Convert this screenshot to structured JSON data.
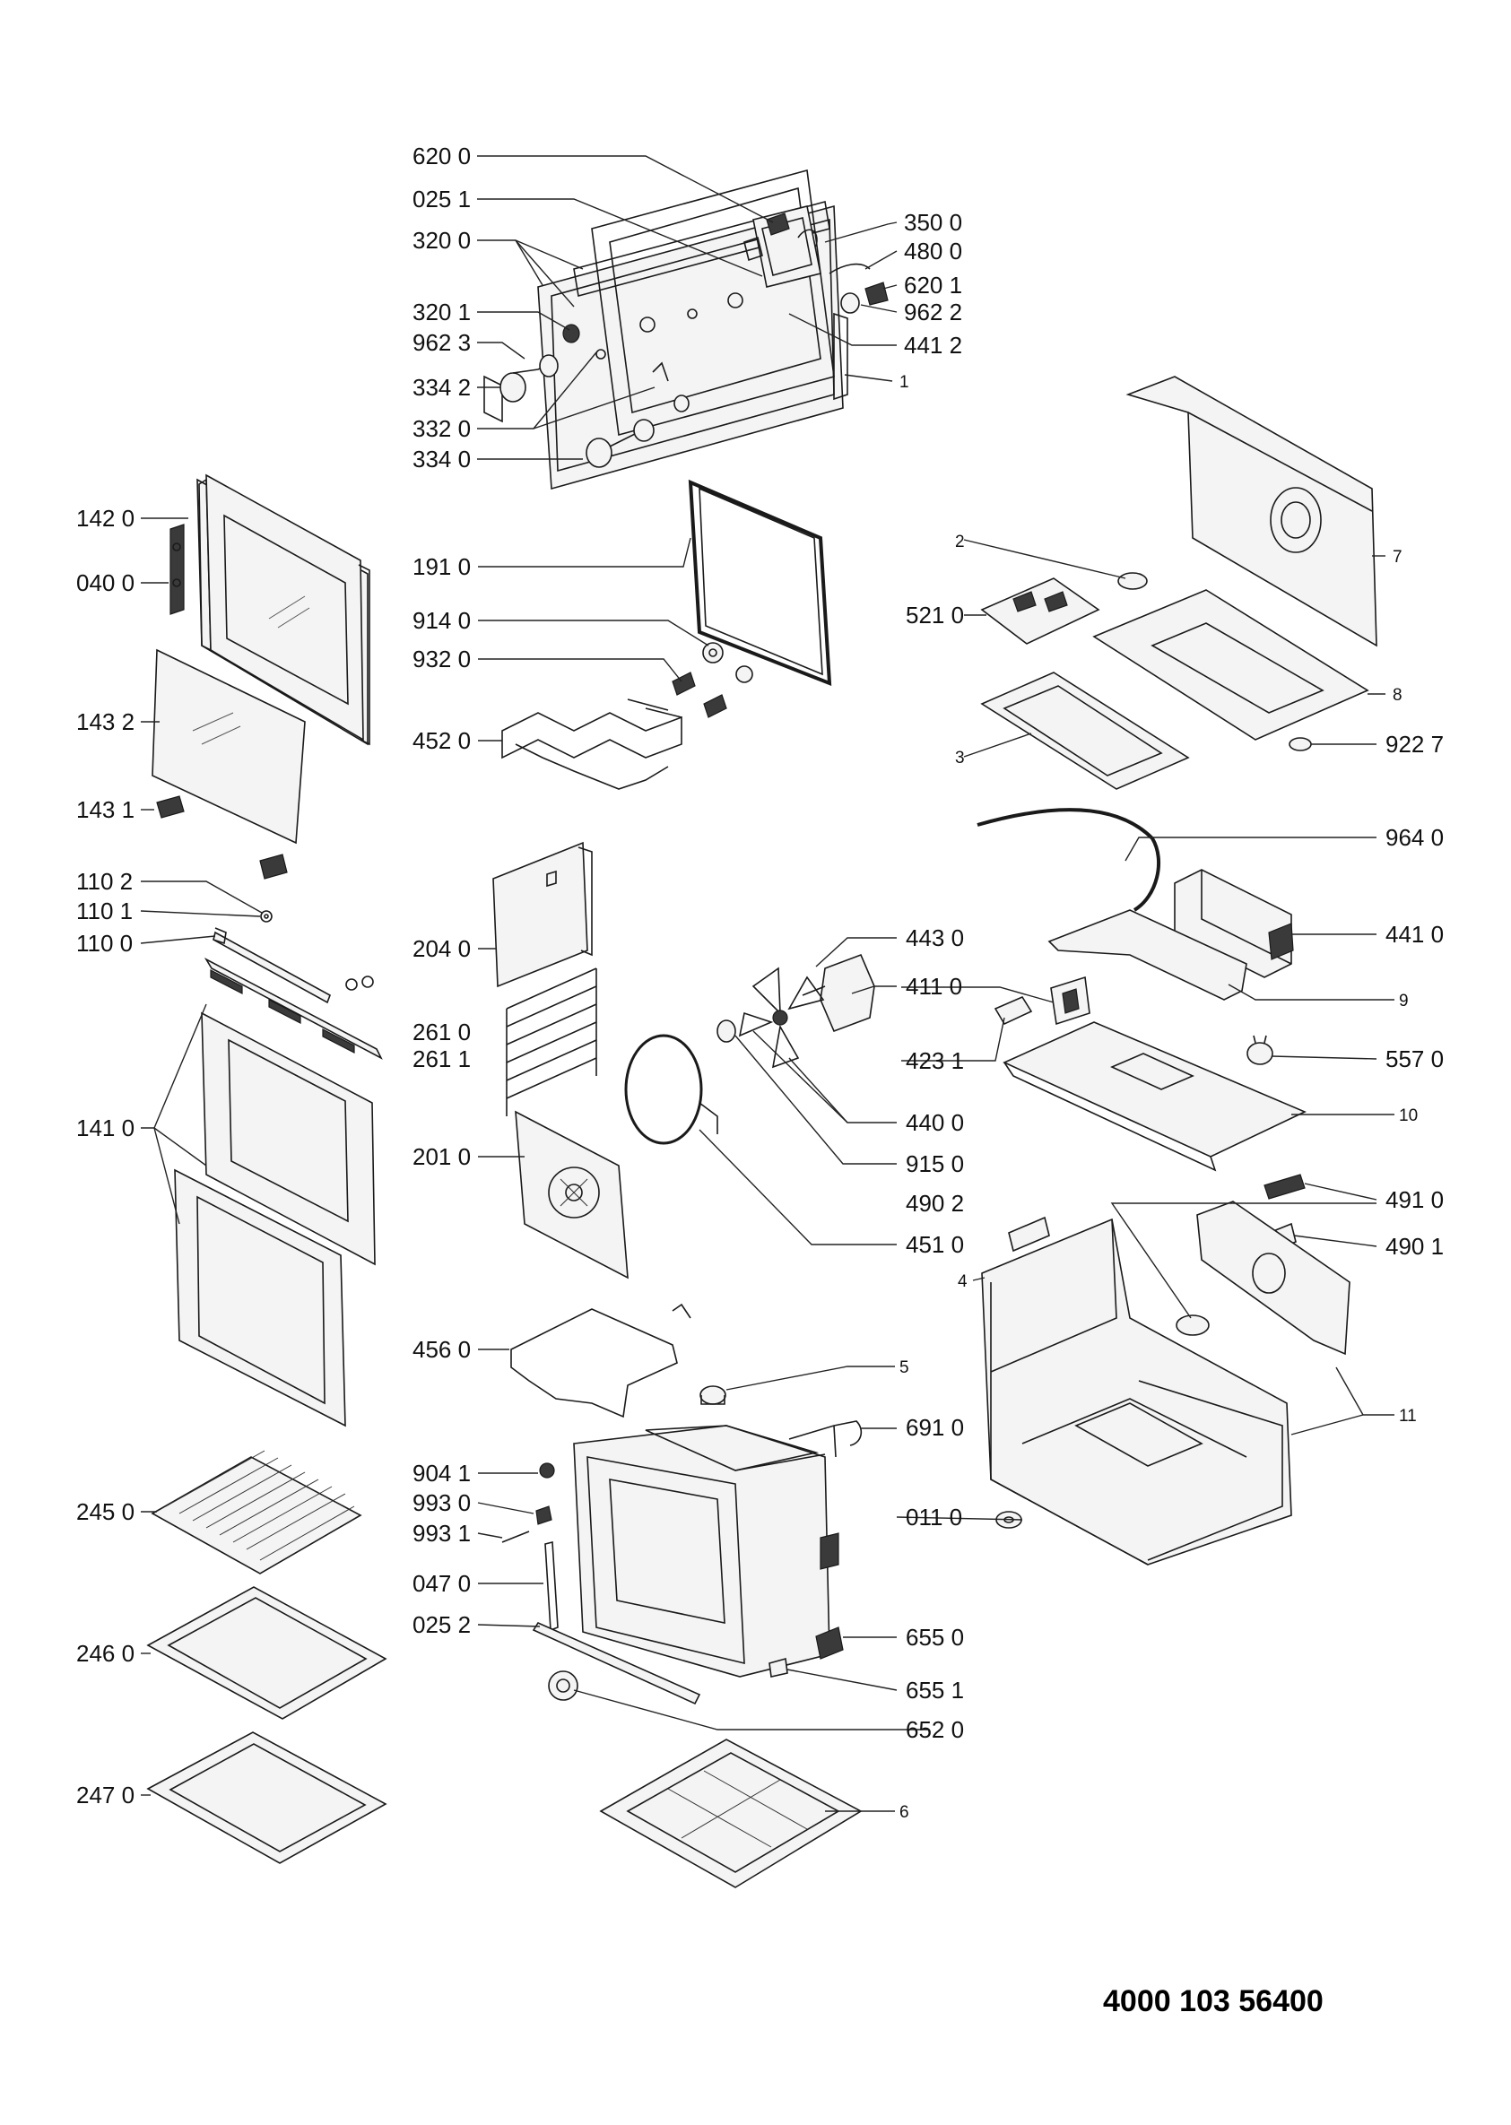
{
  "document_number": "4000 103 56400",
  "labels": {
    "l_620_0": "620 0",
    "l_025_1": "025 1",
    "l_320_0": "320 0",
    "l_320_1": "320 1",
    "l_962_3": "962 3",
    "l_334_2": "334 2",
    "l_332_0": "332 0",
    "l_334_0": "334 0",
    "l_350_0": "350 0",
    "l_480_0": "480 0",
    "l_620_1": "620 1",
    "l_962_2": "962 2",
    "l_441_2": "441 2",
    "l_1": "1",
    "l_142_0": "142 0",
    "l_040_0": "040 0",
    "l_143_2": "143 2",
    "l_143_1": "143 1",
    "l_110_2": "110 2",
    "l_110_1": "110 1",
    "l_110_0": "110 0",
    "l_141_0": "141 0",
    "l_245_0": "245 0",
    "l_246_0": "246 0",
    "l_247_0": "247 0",
    "l_191_0": "191 0",
    "l_914_0": "914 0",
    "l_932_0": "932 0",
    "l_452_0": "452 0",
    "l_204_0": "204 0",
    "l_261_0": "261 0",
    "l_261_1": "261 1",
    "l_201_0": "201 0",
    "l_456_0": "456 0",
    "l_904_1": "904 1",
    "l_993_0": "993 0",
    "l_993_1": "993 1",
    "l_047_0": "047 0",
    "l_025_2": "025 2",
    "l_652_0": "652 0",
    "l_655_0": "655 0",
    "l_655_1": "655 1",
    "l_691_0": "691 0",
    "l_011_0": "011 0",
    "l_5": "5",
    "l_6": "6",
    "l_443_0": "443 0",
    "l_411_0": "411 0",
    "l_423_1": "423 1",
    "l_440_0": "440 0",
    "l_915_0": "915 0",
    "l_451_0": "451 0",
    "l_2": "2",
    "l_521_0": "521 0",
    "l_7": "7",
    "l_8": "8",
    "l_3": "3",
    "l_922_7": "922 7",
    "l_964_0": "964 0",
    "l_441_0": "441 0",
    "l_9": "9",
    "l_557_0": "557 0",
    "l_10": "10",
    "l_491_0": "491 0",
    "l_490_2": "490 2",
    "l_490_1": "490 1",
    "l_4": "4",
    "l_11": "11"
  }
}
